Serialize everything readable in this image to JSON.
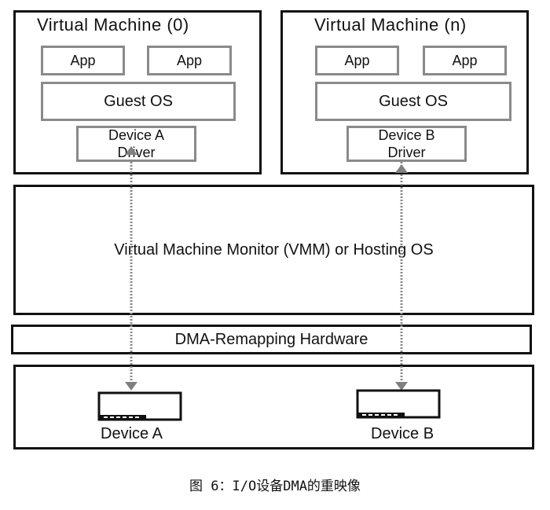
{
  "vm0": {
    "title": "Virtual Machine (0)",
    "app1": "App",
    "app2": "App",
    "guest_os": "Guest OS",
    "driver_line1": "Device A",
    "driver_line2": "Driver"
  },
  "vmn": {
    "title": "Virtual Machine (n)",
    "app1": "App",
    "app2": "App",
    "guest_os": "Guest OS",
    "driver_line1": "Device B",
    "driver_line2": "Driver"
  },
  "vmm": {
    "label": "Virtual Machine Monitor (VMM) or Hosting OS"
  },
  "dma": {
    "label": "DMA-Remapping Hardware"
  },
  "devices": {
    "a_label": "Device A",
    "b_label": "Device B"
  },
  "caption": "图 6：I/O设备DMA的重映像"
}
